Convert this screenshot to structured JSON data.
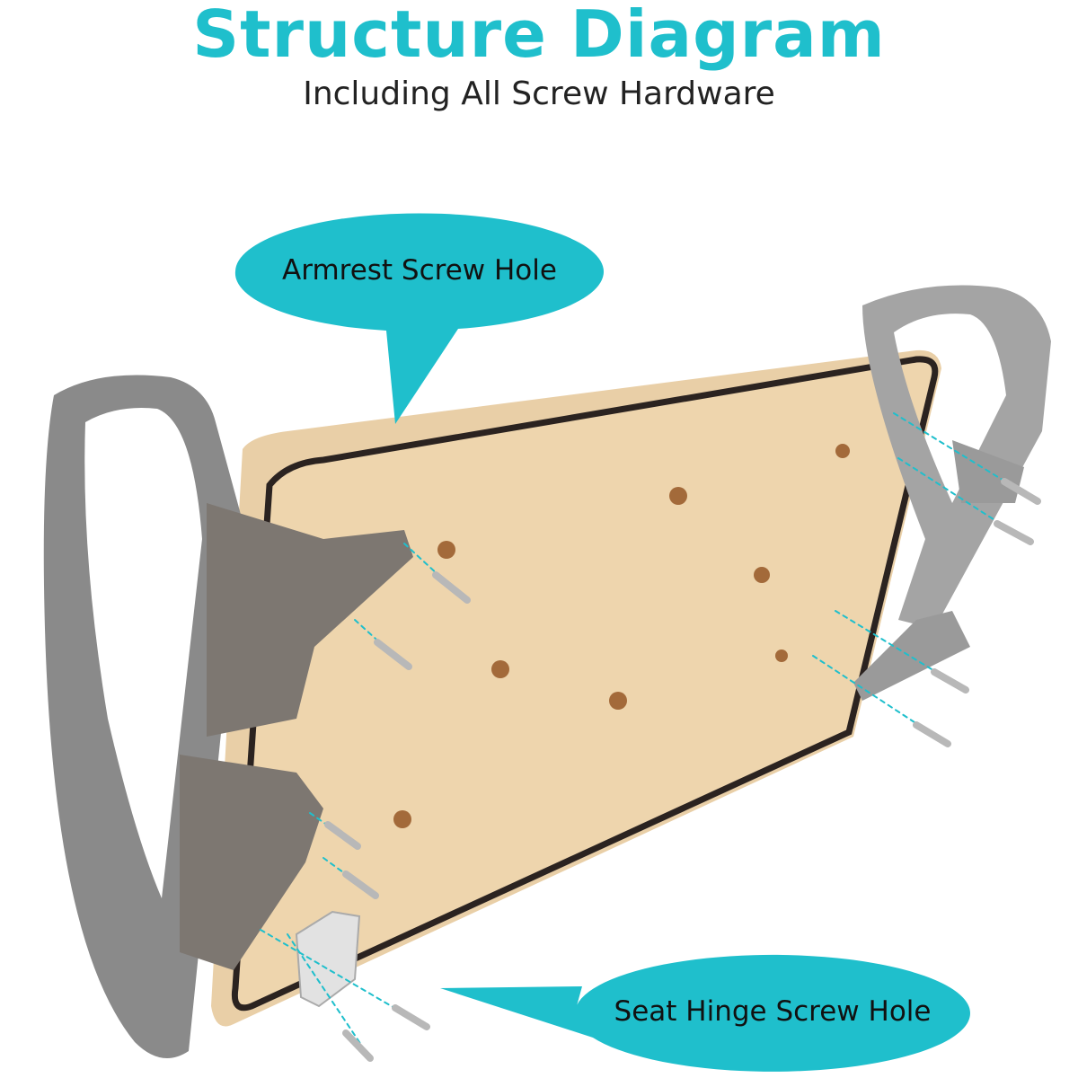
{
  "header": {
    "title": "Structure Diagram",
    "subtitle": "Including All Screw Hardware"
  },
  "callouts": [
    {
      "label": "Armrest Screw Hole"
    },
    {
      "label": "Seat Hinge Screw Hole"
    }
  ],
  "colors": {
    "accent": "#1fbfcc",
    "board": "#ecd0a5",
    "armrest": "#8a8a8a",
    "edge": "#2b2320"
  }
}
